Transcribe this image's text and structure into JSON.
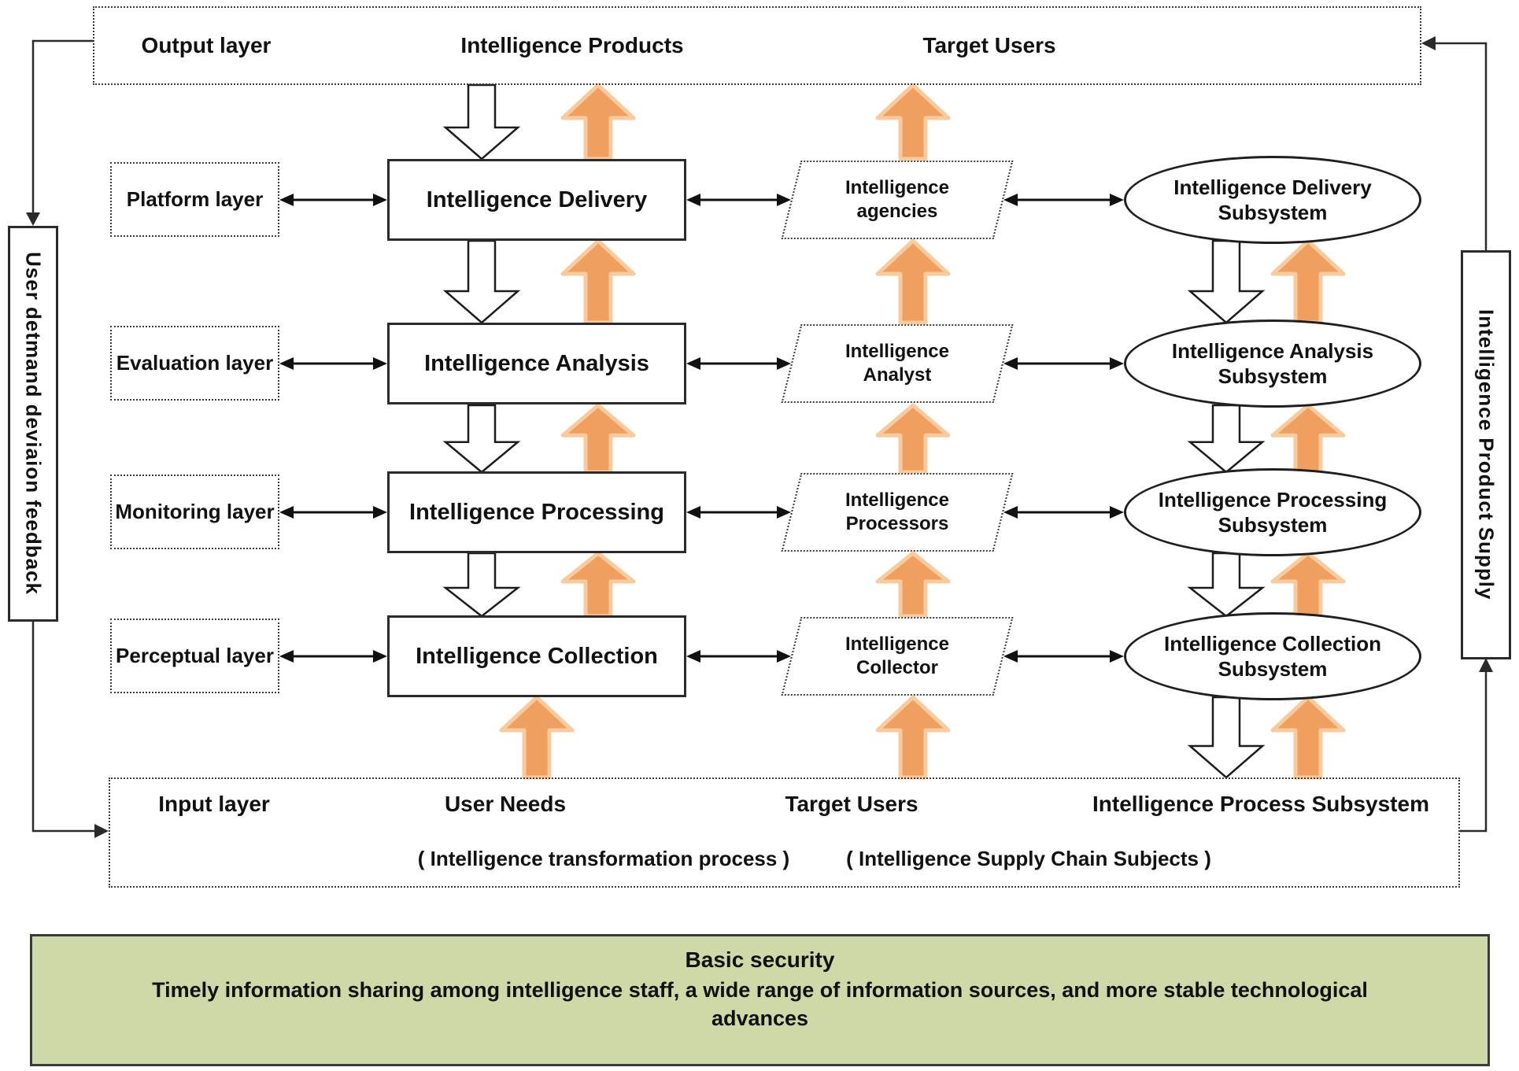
{
  "header": {
    "output_layer": "Output layer",
    "intelligence_products": "Intelligence Products",
    "target_users": "Target Users"
  },
  "sides": {
    "left_feedback": "User detmand deviaion feedback",
    "right_supply": "Intelligence Product Supply"
  },
  "rows": [
    {
      "layer": "Platform layer",
      "process": "Intelligence Delivery",
      "actor": "Intelligence agencies",
      "subsystem": "Intelligence Delivery Subsystem"
    },
    {
      "layer": "Evaluation layer",
      "process": "Intelligence Analysis",
      "actor": "Intelligence Analyst",
      "subsystem": "Intelligence Analysis Subsystem"
    },
    {
      "layer": "Monitoring layer",
      "process": "Intelligence Processing",
      "actor": "Intelligence Processors",
      "subsystem": "Intelligence Processing Subsystem"
    },
    {
      "layer": "Perceptual layer",
      "process": "Intelligence Collection",
      "actor": "Intelligence Collector",
      "subsystem": "Intelligence Collection Subsystem"
    }
  ],
  "footer": {
    "input_layer": "Input layer",
    "user_needs": "User Needs",
    "target_users": "Target Users",
    "process_subsystem": "Intelligence Process Subsystem",
    "caption_process": "( Intelligence transformation process )",
    "caption_subjects": "( Intelligence Supply Chain Subjects )"
  },
  "security": {
    "title": "Basic security",
    "body": "Timely  information sharing among intelligence staff, a wide range of information sources, and more stable technological advances"
  },
  "colors": {
    "orange": "#F09F5F",
    "orange_light": "#F8CB9E",
    "line": "#1c1c1c",
    "green_bg": "#CDD9A7"
  }
}
